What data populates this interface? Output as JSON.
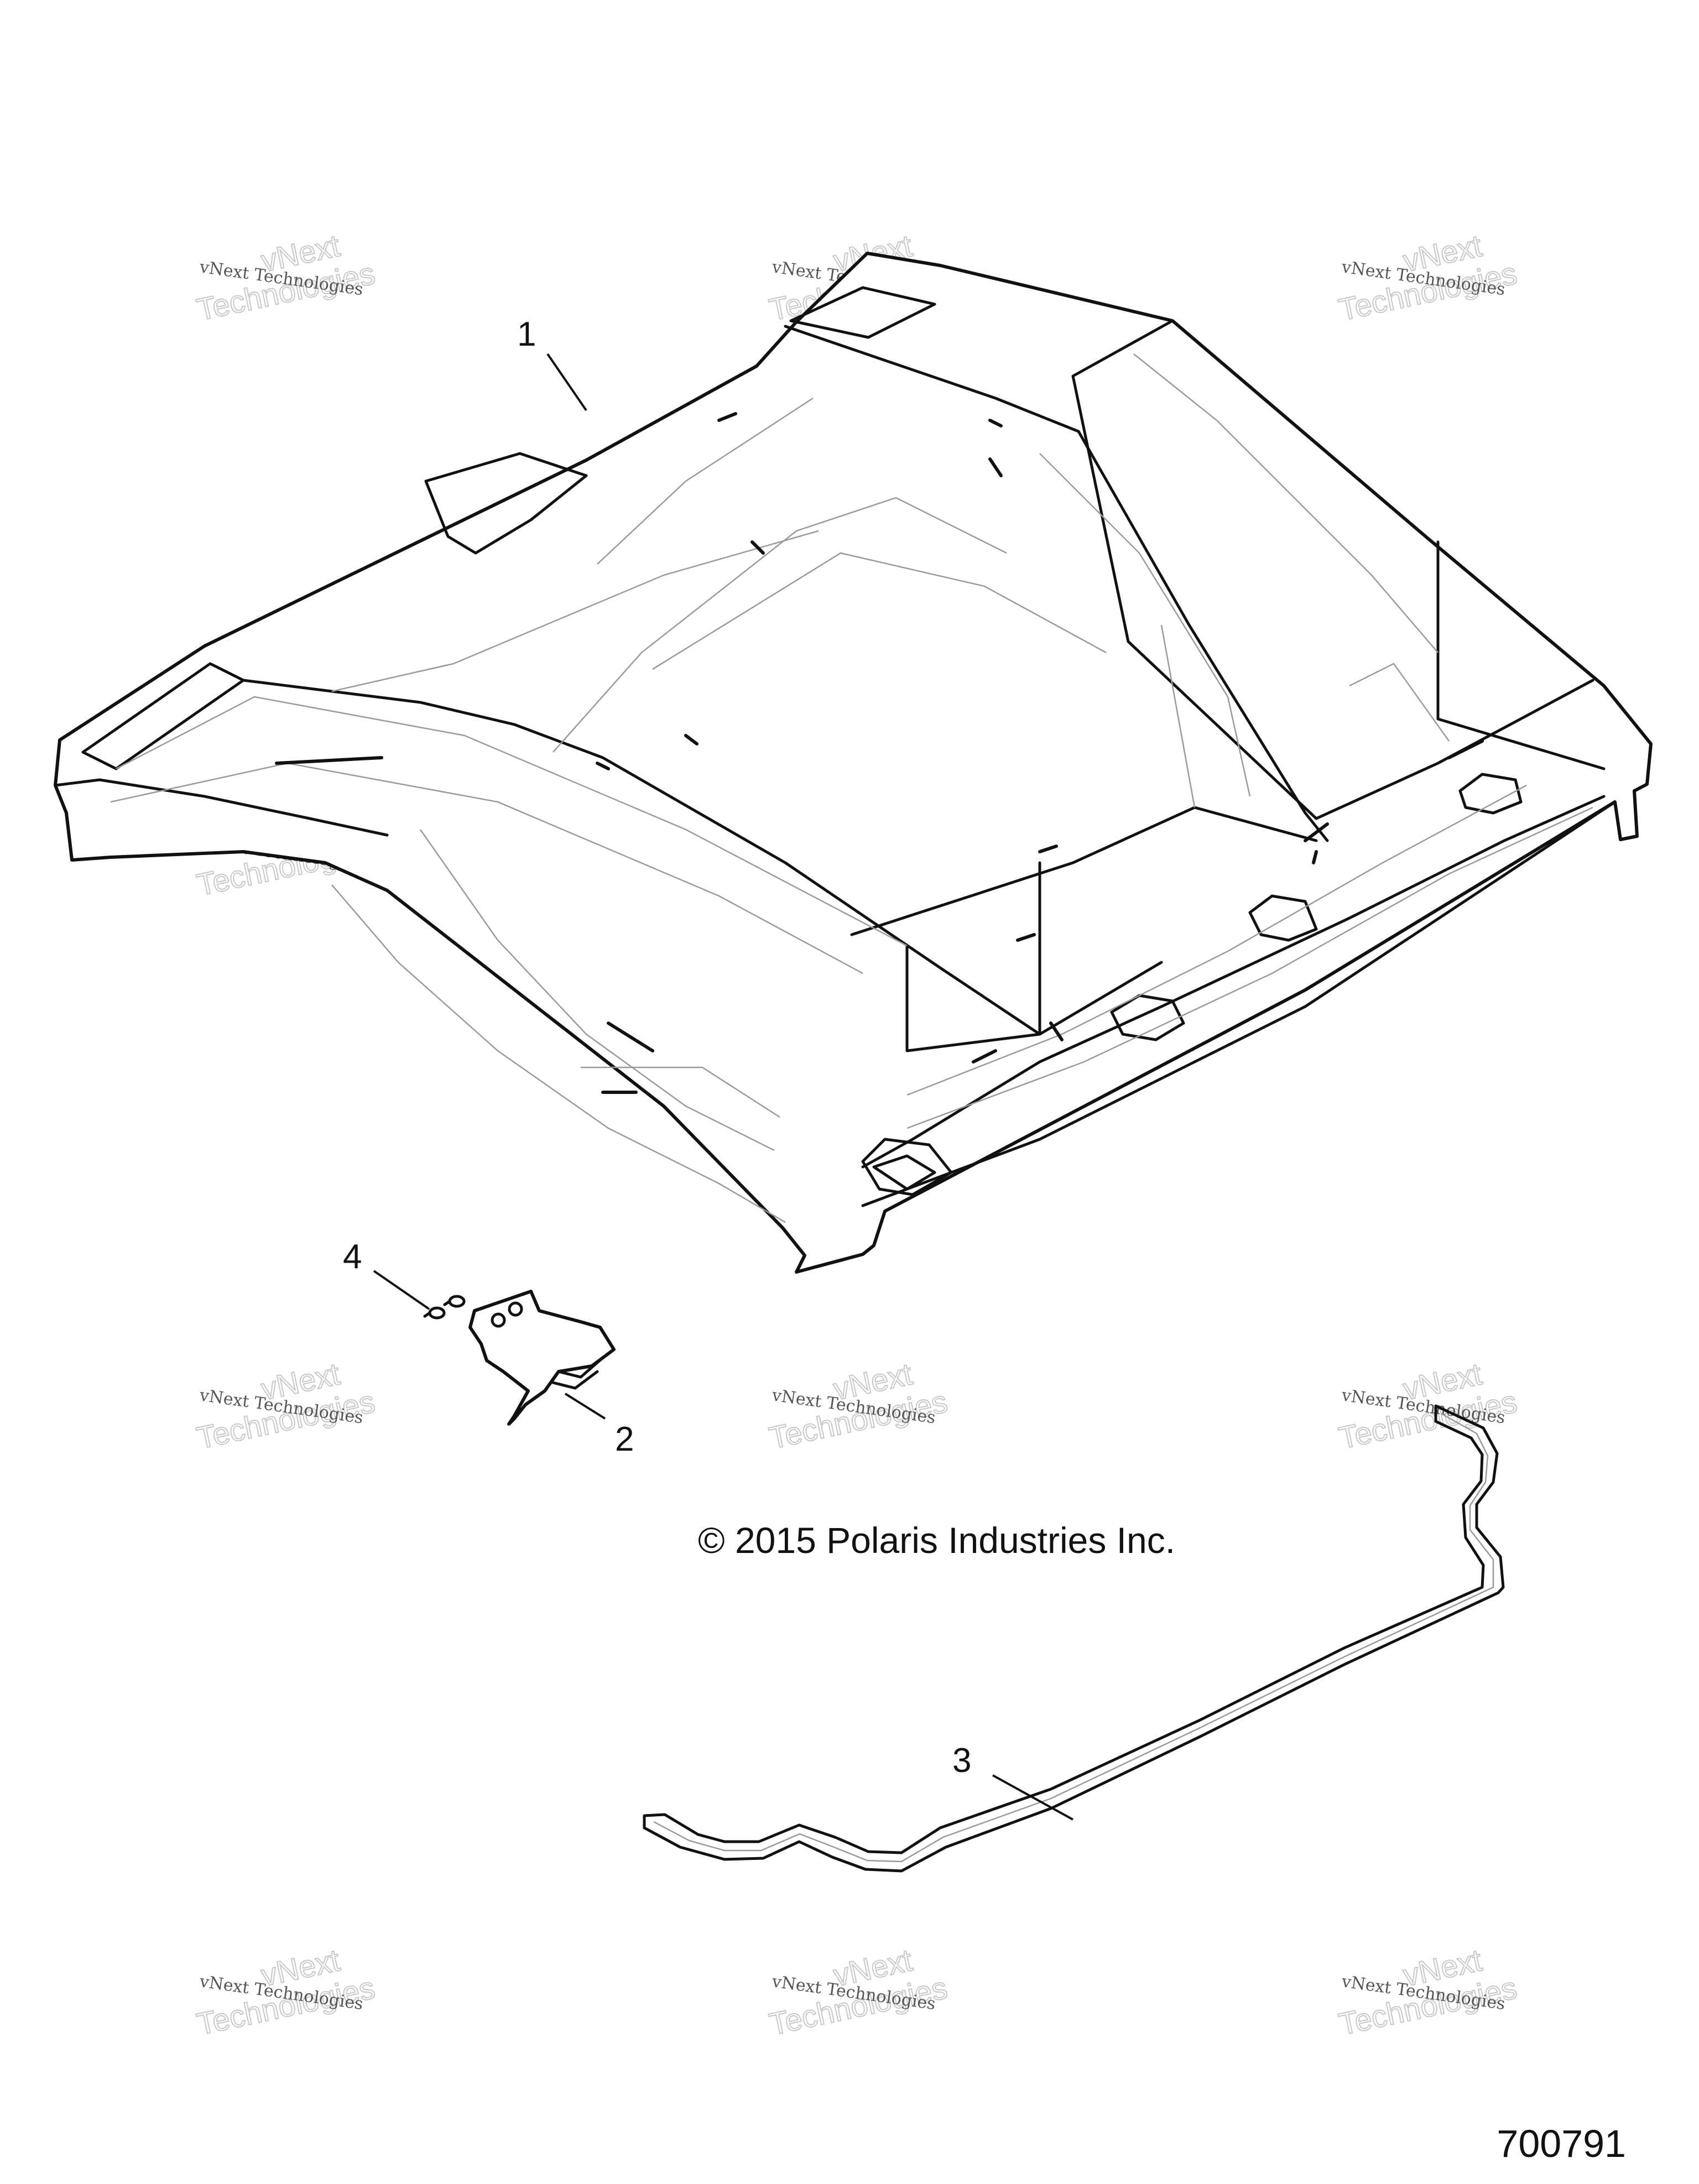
{
  "diagram": {
    "callouts": [
      {
        "id": "1",
        "label": "1"
      },
      {
        "id": "2",
        "label": "2"
      },
      {
        "id": "3",
        "label": "3"
      },
      {
        "id": "4",
        "label": "4"
      }
    ],
    "copyright": "© 2015 Polaris Industries Inc.",
    "drawing_number": "700791",
    "watermark": {
      "small_text": "vNext Technologies",
      "large_line1": "vNext",
      "large_line2": "Technologies"
    },
    "colors": {
      "line": "#111111",
      "detail": "#9a9a9a",
      "watermark": "#c8c8c8"
    }
  }
}
